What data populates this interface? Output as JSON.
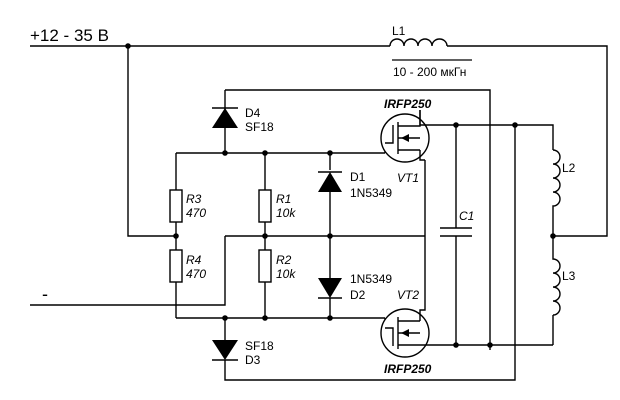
{
  "supply": {
    "positive": "+12 - 35 В",
    "negative": "-"
  },
  "inductors": {
    "l1": {
      "name": "L1",
      "value": "10 - 200 мкГн"
    },
    "l2": {
      "name": "L2"
    },
    "l3": {
      "name": "L3"
    }
  },
  "diodes": {
    "d1": {
      "name": "D1",
      "part": "1N5349"
    },
    "d2": {
      "name": "D2",
      "part": "1N5349"
    },
    "d3": {
      "name": "D3",
      "part": "SF18"
    },
    "d4": {
      "name": "D4",
      "part": "SF18"
    }
  },
  "resistors": {
    "r1": {
      "name": "R1",
      "value": "10k"
    },
    "r2": {
      "name": "R2",
      "value": "10k"
    },
    "r3": {
      "name": "R3",
      "value": "470"
    },
    "r4": {
      "name": "R4",
      "value": "470"
    }
  },
  "capacitor": {
    "name": "C1"
  },
  "transistors": {
    "vt1": {
      "name": "VT1",
      "part": "IRFP250"
    },
    "vt2": {
      "name": "VT2",
      "part": "IRFP250"
    }
  },
  "colors": {
    "ink": "#000000",
    "background": "#ffffff"
  }
}
